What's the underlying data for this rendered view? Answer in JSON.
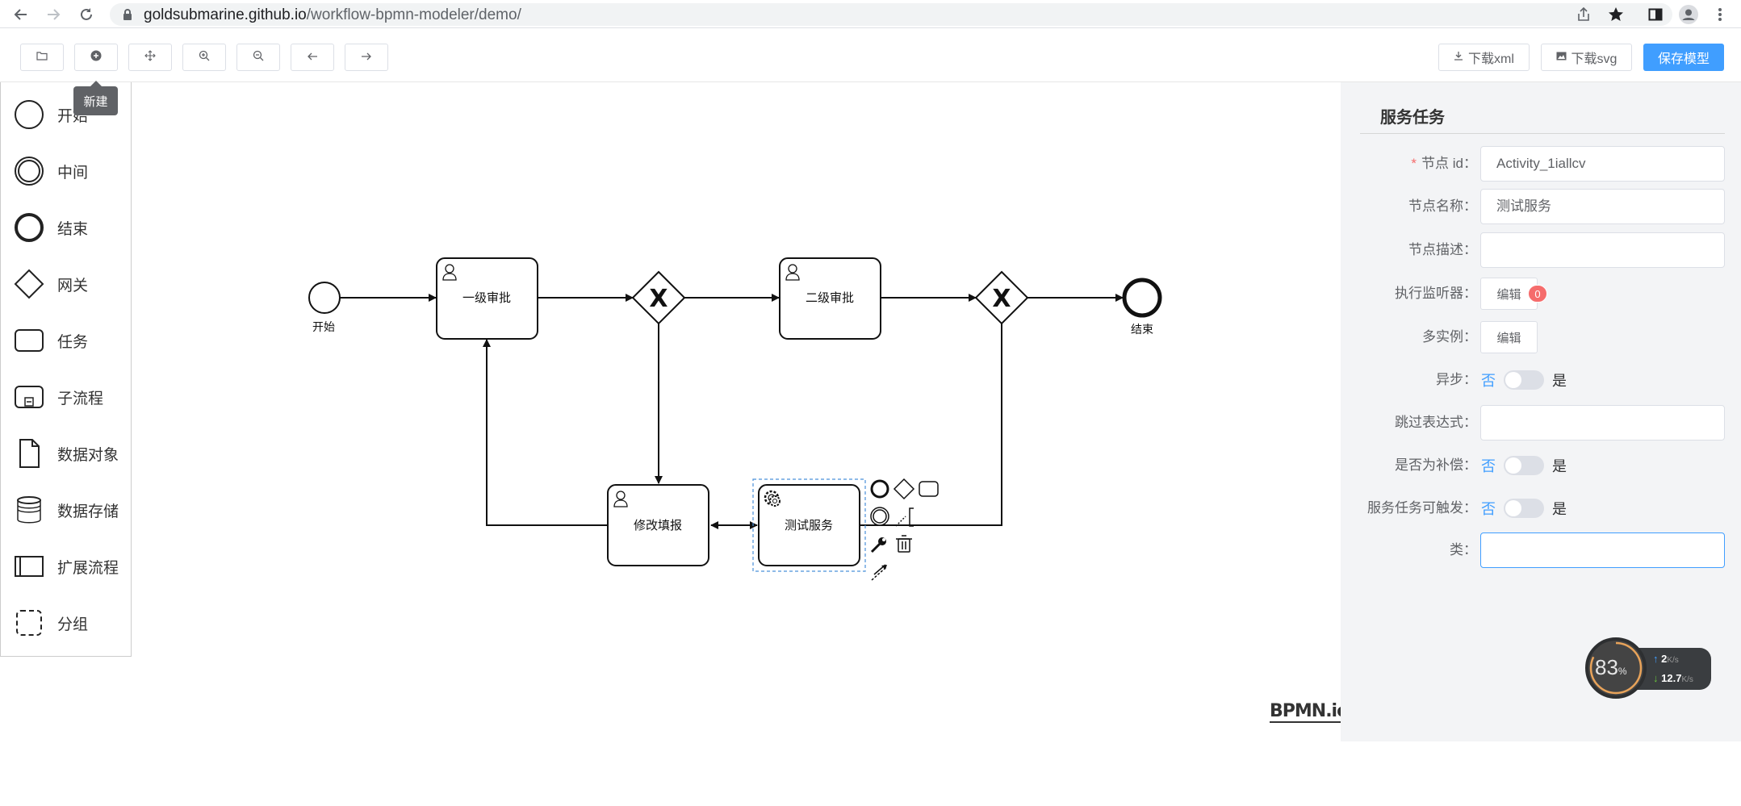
{
  "browser": {
    "url_domain": "goldsubmarine.github.io",
    "url_path": "/workflow-bpmn-modeler/demo/"
  },
  "toolbar": {
    "tooltip": "新建",
    "download_xml": "下载xml",
    "download_svg": "下载svg",
    "save_model": "保存模型"
  },
  "palette": {
    "items": [
      {
        "label": "开始",
        "icon": "start-event-icon"
      },
      {
        "label": "中间",
        "icon": "intermediate-event-icon"
      },
      {
        "label": "结束",
        "icon": "end-event-icon"
      },
      {
        "label": "网关",
        "icon": "gateway-icon"
      },
      {
        "label": "任务",
        "icon": "task-icon"
      },
      {
        "label": "子流程",
        "icon": "subprocess-icon"
      },
      {
        "label": "数据对象",
        "icon": "data-object-icon"
      },
      {
        "label": "数据存储",
        "icon": "data-store-icon"
      },
      {
        "label": "扩展流程",
        "icon": "pool-icon"
      },
      {
        "label": "分组",
        "icon": "group-icon"
      }
    ]
  },
  "diagram": {
    "start_label": "开始",
    "task1": "一级审批",
    "task2": "二级审批",
    "end_label": "结束",
    "task3": "修改填报",
    "task4": "测试服务",
    "gateway_mark": "X",
    "logo": "BPMN.io"
  },
  "properties": {
    "title": "服务任务",
    "node_id_label": "节点 id：",
    "node_id_required": "*",
    "node_id_value": "Activity_1iallcv",
    "node_name_label": "节点名称：",
    "node_name_value": "测试服务",
    "node_desc_label": "节点描述：",
    "node_desc_value": "",
    "listener_label": "执行监听器：",
    "listener_button": "编辑",
    "listener_count": "0",
    "multi_label": "多实例：",
    "multi_button": "编辑",
    "async_label": "异步：",
    "skip_label": "跳过表达式：",
    "skip_value": "",
    "compensate_label": "是否为补偿：",
    "triggerable_label": "服务任务可触发：",
    "class_label": "类：",
    "class_value": "",
    "switch_no": "否",
    "switch_yes": "是"
  },
  "speed_widget": {
    "percent": "83",
    "percent_unit": "%",
    "upload": "2",
    "download": "12.7",
    "unit": "K/s"
  },
  "colors": {
    "accent": "#409eff",
    "badge": "#f56c6c",
    "panel_bg": "#f3f4f6"
  }
}
